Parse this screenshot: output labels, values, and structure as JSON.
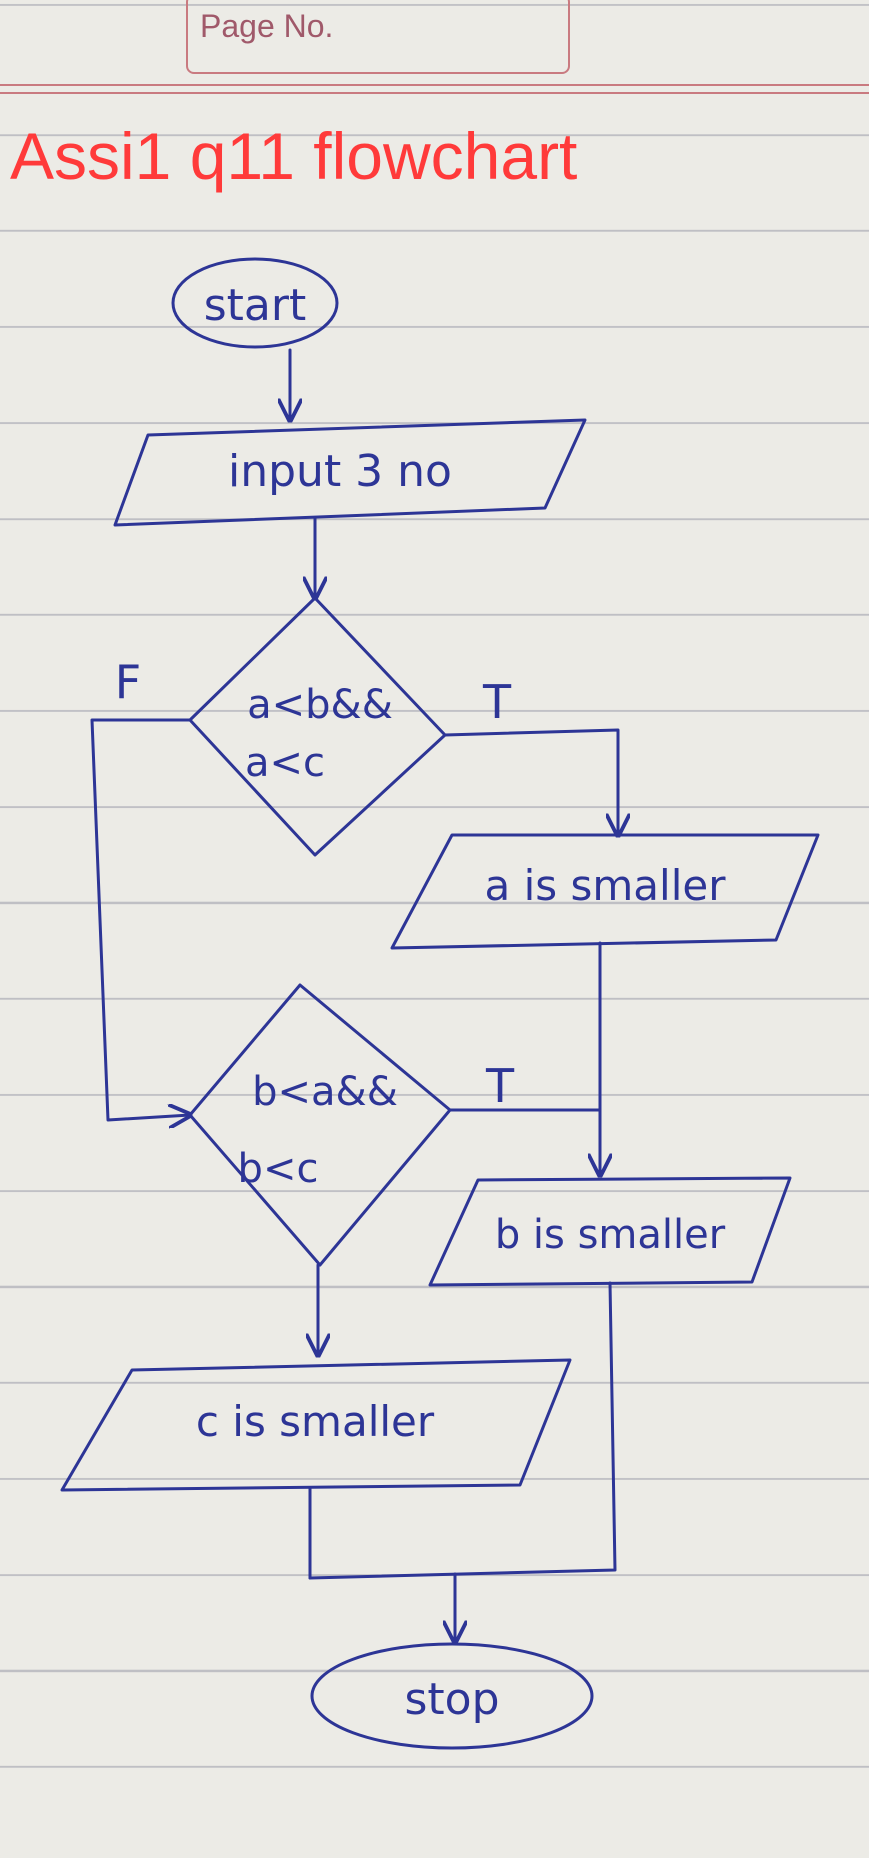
{
  "header": {
    "page_no_label": "Page No.",
    "title": "Assi1 q11 flowchart"
  },
  "flowchart": {
    "start": "start",
    "input": "input 3 no",
    "decision1": {
      "line1": "a<b&&",
      "line2": "a<c",
      "true_label": "T",
      "false_label": "F"
    },
    "output_a": "a is smaller",
    "decision2": {
      "line1": "b<a&&",
      "line2": "b<c",
      "true_label": "T"
    },
    "output_b": "b is smaller",
    "output_c": "c is smaller",
    "stop": "stop"
  },
  "colors": {
    "ink": "#2d3596",
    "title": "#ff3a3a",
    "margin": "#c97a80"
  }
}
